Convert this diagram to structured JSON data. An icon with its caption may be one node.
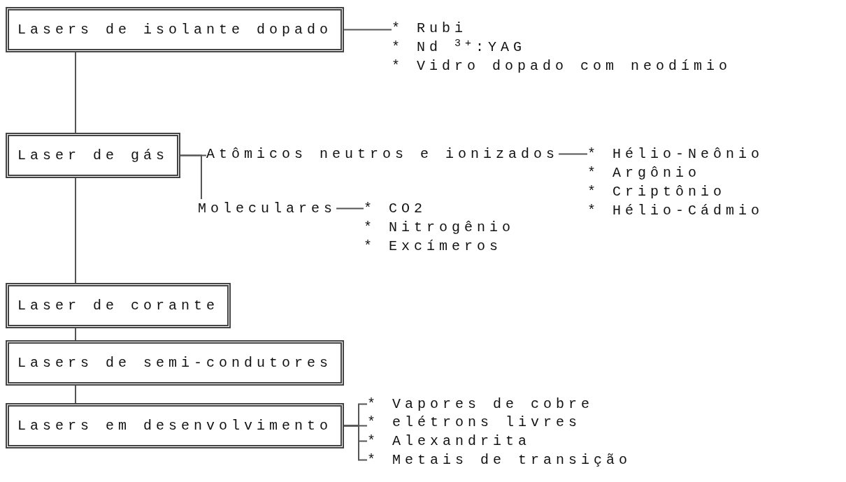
{
  "diagram": {
    "nodes": [
      {
        "text": [
          "Lasers de isolante dopado"
        ]
      },
      {
        "text": [
          "* Rubi",
          "* Nd $^{3+}$:YAG",
          "* Vidro dopado com neodímio"
        ]
      },
      {
        "text": [
          "Laser de gás"
        ]
      },
      {
        "text": [
          "Atômicos neutros e ionizados"
        ]
      },
      {
        "text": [
          "Moleculares"
        ]
      },
      {
        "text": [
          "* Hélio-Neônio",
          "* Argônio",
          "* Criptônio",
          "* Hélio-Cádmio"
        ]
      },
      {
        "text": [
          "* CO2",
          "* Nitrogênio",
          "* Excímeros"
        ]
      },
      {
        "text": [
          "Laser de corante"
        ]
      },
      {
        "text": [
          "Lasers de semi-condutores"
        ]
      },
      {
        "text": [
          "Lasers em desenvolvimento"
        ]
      },
      {
        "text": [
          "* Vapores de cobre"
        ]
      },
      {
        "text": [
          "* elétrons livres"
        ]
      },
      {
        "text": [
          "* Alexandrita"
        ]
      },
      {
        "text": [
          "* Metais de transição"
        ]
      }
    ],
    "edges": [
      {
        "from": 0,
        "to": 1,
        "arrow": "none"
      },
      {
        "from": 0,
        "to": 2,
        "arrow": "none"
      },
      {
        "from": 2,
        "to": 3,
        "arrow": "none"
      },
      {
        "from": 2,
        "to": 4,
        "arrow": "none"
      },
      {
        "from": 3,
        "to": 5,
        "arrow": "none"
      },
      {
        "from": 4,
        "to": 6,
        "arrow": "none"
      },
      {
        "from": 2,
        "to": 7,
        "arrow": "none"
      },
      {
        "from": 7,
        "to": 8,
        "arrow": "none"
      },
      {
        "from": 8,
        "to": 9,
        "arrow": "none"
      },
      {
        "from": 9,
        "to": 10,
        "arrow": "none"
      },
      {
        "from": 9,
        "to": 11,
        "arrow": "none"
      },
      {
        "from": 9,
        "to": 12,
        "arrow": "none"
      },
      {
        "from": 9,
        "to": 13,
        "arrow": "none"
      }
    ]
  }
}
